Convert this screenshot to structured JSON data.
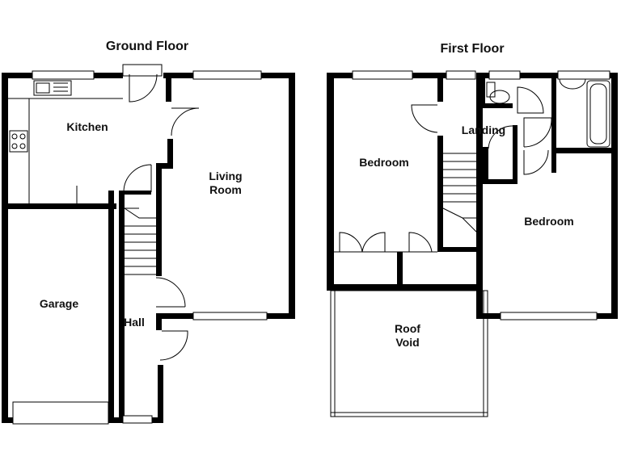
{
  "floors": {
    "ground": {
      "title": "Ground Floor",
      "rooms": {
        "kitchen": "Kitchen",
        "living_room_line1": "Living",
        "living_room_line2": "Room",
        "garage": "Garage",
        "hall": "Hall"
      }
    },
    "first": {
      "title": "First Floor",
      "rooms": {
        "bedroom_left": "Bedroom",
        "landing": "Landing",
        "bedroom_right": "Bedroom",
        "roof_void_line1": "Roof",
        "roof_void_line2": "Void"
      }
    }
  },
  "colors": {
    "wall": "#000000",
    "background": "#ffffff"
  }
}
